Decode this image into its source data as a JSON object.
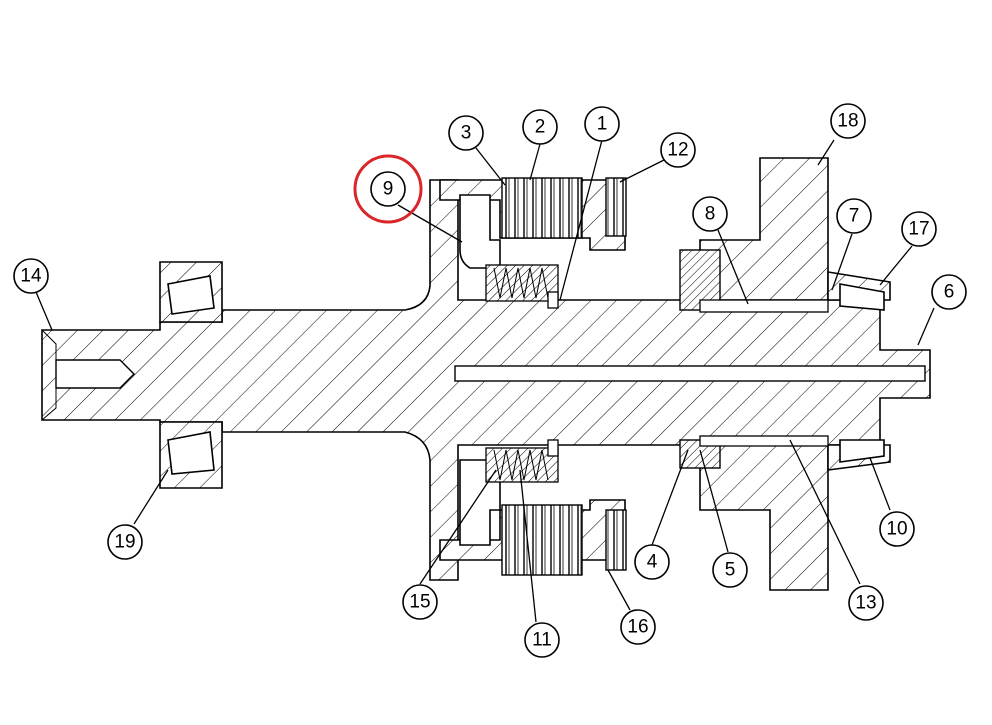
{
  "callouts": [
    {
      "id": "1",
      "label": "1"
    },
    {
      "id": "2",
      "label": "2"
    },
    {
      "id": "3",
      "label": "3"
    },
    {
      "id": "4",
      "label": "4"
    },
    {
      "id": "5",
      "label": "5"
    },
    {
      "id": "6",
      "label": "6"
    },
    {
      "id": "7",
      "label": "7"
    },
    {
      "id": "8",
      "label": "8"
    },
    {
      "id": "9",
      "label": "9"
    },
    {
      "id": "10",
      "label": "10"
    },
    {
      "id": "11",
      "label": "11"
    },
    {
      "id": "12",
      "label": "12"
    },
    {
      "id": "13",
      "label": "13"
    },
    {
      "id": "14",
      "label": "14"
    },
    {
      "id": "15",
      "label": "15"
    },
    {
      "id": "16",
      "label": "16"
    },
    {
      "id": "17",
      "label": "17"
    },
    {
      "id": "18",
      "label": "18"
    },
    {
      "id": "19",
      "label": "19"
    }
  ],
  "highlighted_callout": "9",
  "colors": {
    "highlight": "#d9262a",
    "line": "#000000",
    "background": "#ffffff"
  }
}
